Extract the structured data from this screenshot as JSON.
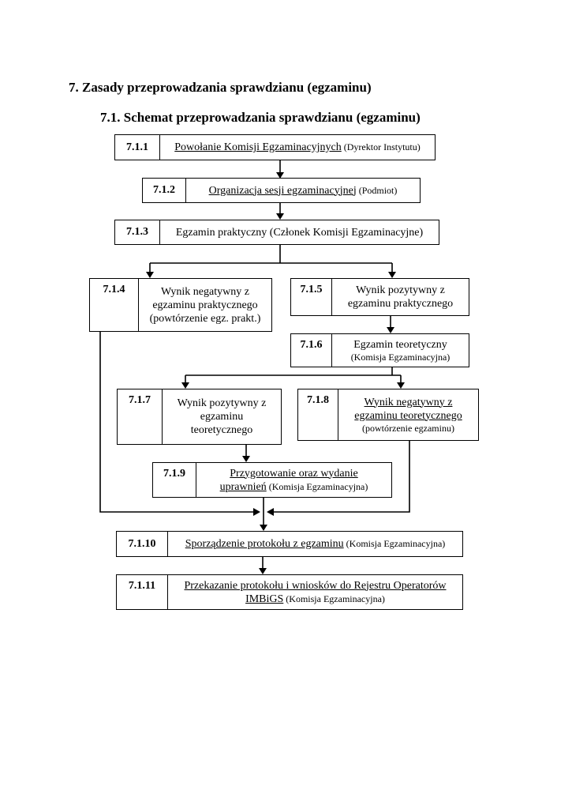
{
  "colors": {
    "ink": "#000000",
    "paper": "#ffffff"
  },
  "headings": {
    "section": "7. Zasady przeprowadzania sprawdzianu (egzaminu)",
    "subsection": "7.1. Schemat przeprowadzania sprawdzianu (egzaminu)"
  },
  "flowchart": {
    "nodes": [
      {
        "id": "7.1.1",
        "title": "Powołanie Komisji Egzaminacyjnych",
        "note": " (Dyrektor Instytutu)"
      },
      {
        "id": "7.1.2",
        "title": "Organizacja sesji egzaminacyjnej",
        "note": " (Podmiot)"
      },
      {
        "id": "7.1.3",
        "title": "Egzamin praktyczny (Członek Komisji Egzaminacyjne)"
      },
      {
        "id": "7.1.4",
        "line1": "Wynik negatywny z",
        "line2": "egzaminu praktycznego",
        "line3": "(powtórzenie egz. prakt.)"
      },
      {
        "id": "7.1.5",
        "line1": "Wynik pozytywny z",
        "line2": "egzaminu praktycznego"
      },
      {
        "id": "7.1.6",
        "line1": "Egzamin teoretyczny",
        "note": "(Komisja Egzaminacyjna)"
      },
      {
        "id": "7.1.7",
        "line1": "Wynik pozytywny z",
        "line2": "egzaminu",
        "line3": "teoretycznego"
      },
      {
        "id": "7.1.8",
        "line1": "Wynik negatywny z",
        "line2": "egzaminu teoretycznego",
        "note": "(powtórzenie egzaminu)"
      },
      {
        "id": "7.1.9",
        "line1": "Przygotowanie oraz wydanie",
        "line2": "uprawnień",
        "note": " (Komisja Egzaminacyjna)"
      },
      {
        "id": "7.1.10",
        "title": "Sporządzenie protokołu z egzaminu",
        "note": " (Komisja Egzaminacyjna)"
      },
      {
        "id": "7.1.11",
        "line1": "Przekazanie protokołu i wniosków do Rejestru Operatorów",
        "line2": "IMBiGS",
        "note": " (Komisja Egzaminacyjna)"
      }
    ]
  }
}
